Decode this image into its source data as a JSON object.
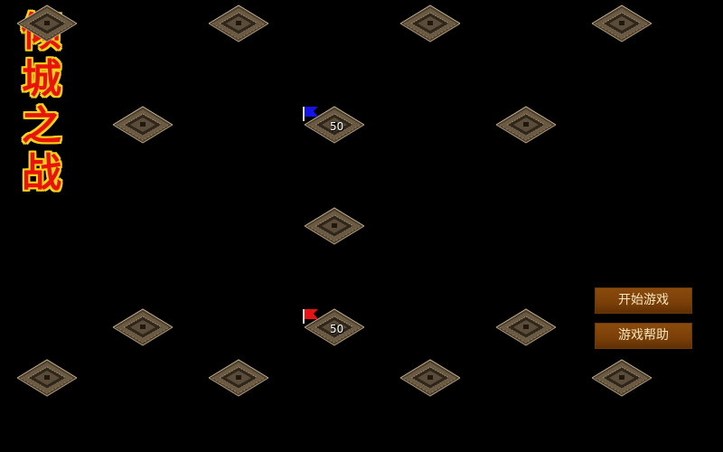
{
  "title": {
    "chars": [
      "倾",
      "城",
      "之",
      "战"
    ],
    "fill_color": "#e8140c",
    "outline_color": "#f6d21a"
  },
  "menu": {
    "start_label": "开始游戏",
    "help_label": "游戏帮助",
    "button_color": "#7a3f08"
  },
  "castles": [
    {
      "id": "r1c1",
      "owner": "neutral",
      "troops": ""
    },
    {
      "id": "r1c2",
      "owner": "neutral",
      "troops": ""
    },
    {
      "id": "r1c3",
      "owner": "neutral",
      "troops": ""
    },
    {
      "id": "r1c4",
      "owner": "neutral",
      "troops": ""
    },
    {
      "id": "r2c1",
      "owner": "neutral",
      "troops": ""
    },
    {
      "id": "r2c2",
      "owner": "blue",
      "troops": "50"
    },
    {
      "id": "r2c3",
      "owner": "neutral",
      "troops": ""
    },
    {
      "id": "r3c1",
      "owner": "neutral",
      "troops": ""
    },
    {
      "id": "r4c1",
      "owner": "neutral",
      "troops": ""
    },
    {
      "id": "r4c2",
      "owner": "red",
      "troops": "50"
    },
    {
      "id": "r4c3",
      "owner": "neutral",
      "troops": ""
    },
    {
      "id": "r5c1",
      "owner": "neutral",
      "troops": ""
    },
    {
      "id": "r5c2",
      "owner": "neutral",
      "troops": ""
    },
    {
      "id": "r5c3",
      "owner": "neutral",
      "troops": ""
    },
    {
      "id": "r5c4",
      "owner": "neutral",
      "troops": ""
    }
  ],
  "colors": {
    "blue_flag": "#1414e6",
    "red_flag": "#e61414",
    "background": "#000000"
  }
}
